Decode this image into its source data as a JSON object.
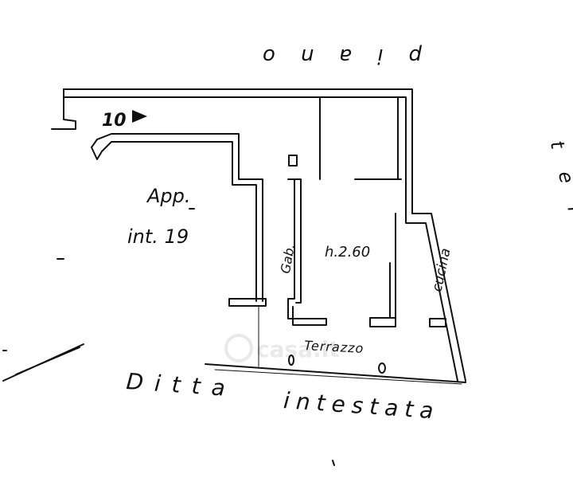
{
  "labels": {
    "top_left_word": "piano",
    "right_word": "terra",
    "unit_number": "10",
    "apartment_line1": "App.",
    "apartment_line2": "int. 19",
    "gab": "Gab.",
    "height": "h.2.60",
    "kitchen": "cucina",
    "terrace": "Terrazzo",
    "bottom_line1": "Ditta",
    "bottom_line2": "intestata"
  },
  "watermark": "casa.it",
  "colors": {
    "ink": "#111111",
    "paper": "#ffffff",
    "watermark": "#d8d8d8"
  }
}
